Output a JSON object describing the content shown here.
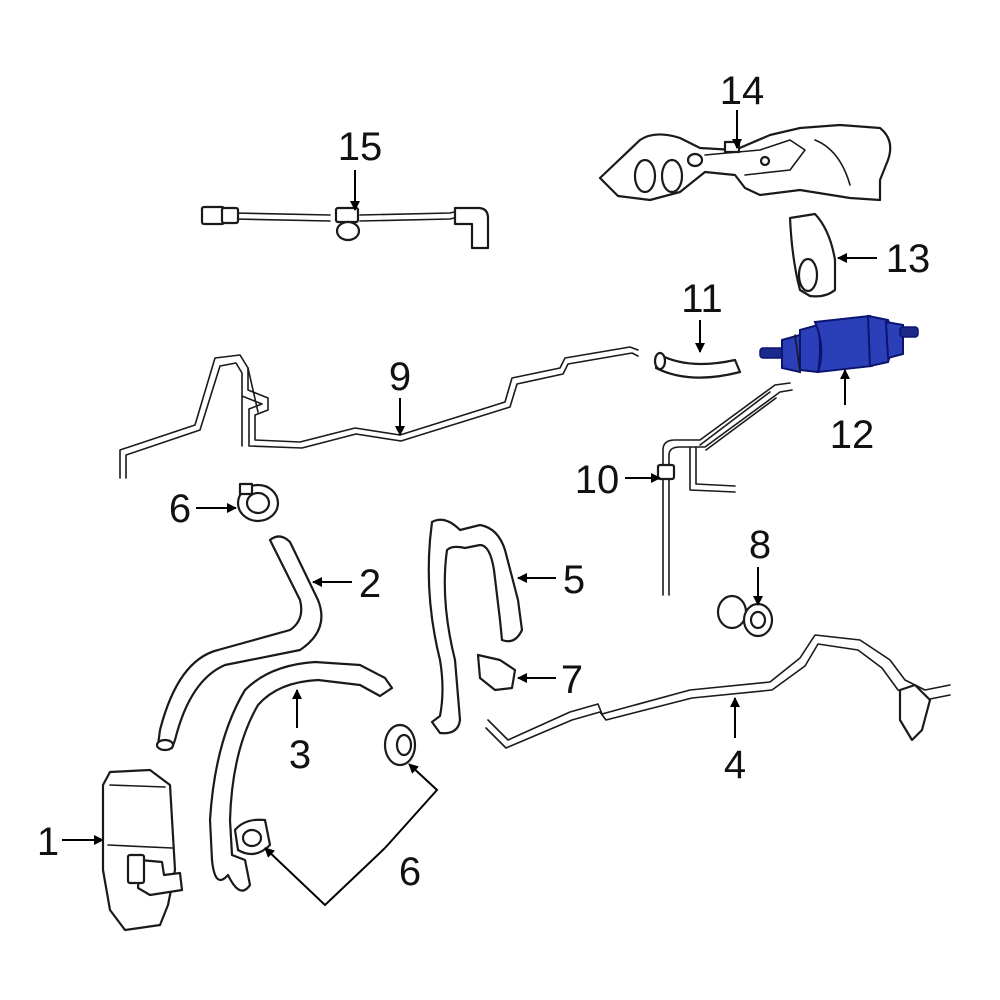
{
  "diagram": {
    "highlight_color": "#2b3fb8",
    "highlighted_part": "12",
    "callouts": {
      "c1": "1",
      "c2": "2",
      "c3": "3",
      "c4": "4",
      "c5": "5",
      "c6a": "6",
      "c6b": "6",
      "c7": "7",
      "c8": "8",
      "c9": "9",
      "c10": "10",
      "c11": "11",
      "c12": "12",
      "c13": "13",
      "c14": "14",
      "c15": "15"
    }
  }
}
